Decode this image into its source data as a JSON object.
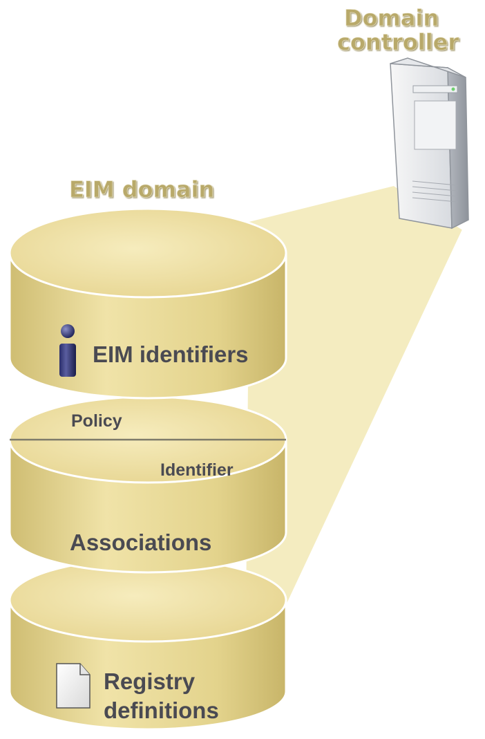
{
  "domain_controller": {
    "label_line1": "Domain",
    "label_line2": "controller",
    "icon": "server-tower-icon"
  },
  "eim_domain": {
    "title": "EIM domain"
  },
  "layers": {
    "identifiers": {
      "label": "EIM identifiers",
      "icon": "person-icon"
    },
    "associations": {
      "policy_label": "Policy",
      "identifier_label": "Identifier",
      "label": "Associations"
    },
    "registry": {
      "label_line1": "Registry",
      "label_line2": "definitions",
      "icon": "document-icon"
    }
  },
  "colors": {
    "title_text": "#b8a96a",
    "body_text": "#4a4a52",
    "cylinder_fill": "#ecdd9c",
    "cylinder_side": "#dccb82",
    "cylinder_edge": "#ffffff",
    "beam": "#f4ecc0"
  }
}
